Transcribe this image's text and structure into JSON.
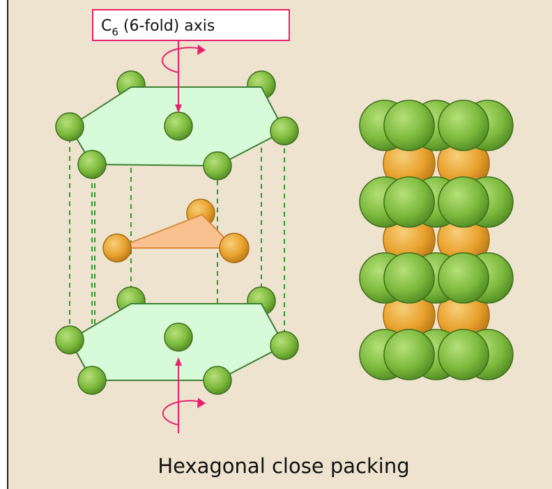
{
  "axis_label": {
    "symbol": "C",
    "subscript": "6",
    "rest": " (6-fold) axis"
  },
  "caption": "Hexagonal close packing",
  "colors": {
    "background": "#ede3cf",
    "hexagon_fill": "#d7fbd8",
    "hexagon_stroke": "#3f7f35",
    "green_atom": "#7dba3d",
    "orange_atom": "#e8a22e",
    "triangle_fill": "#f9c090",
    "axis_color": "#e8206a",
    "dashed_line": "#2f9a2f"
  },
  "icons": [
    "rotation-arrow-icon"
  ]
}
